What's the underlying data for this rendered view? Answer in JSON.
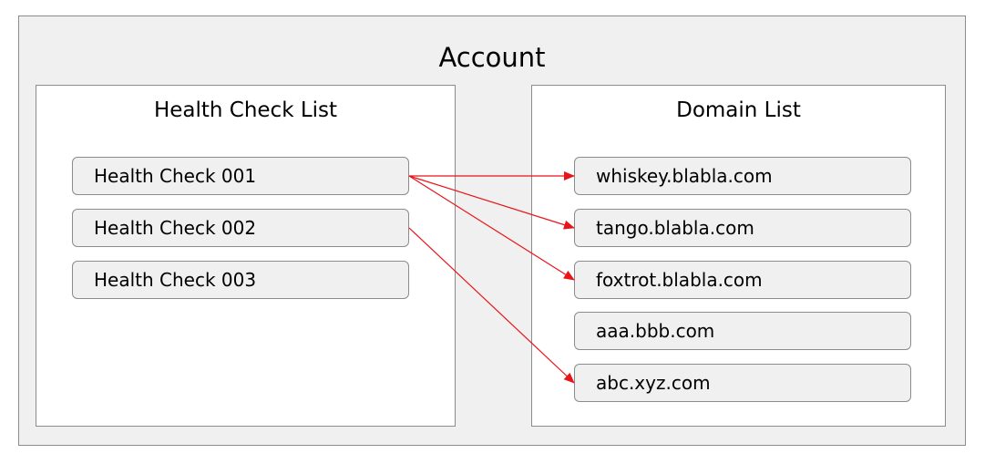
{
  "account": {
    "title": "Account"
  },
  "health_check_list": {
    "title": "Health Check List",
    "items": [
      "Health Check 001",
      "Health Check 002",
      "Health Check 003"
    ]
  },
  "domain_list": {
    "title": "Domain List",
    "items": [
      "whiskey.blabla.com",
      "tango.blabla.com",
      "foxtrot.blabla.com",
      "aaa.bbb.com",
      "abc.xyz.com"
    ]
  },
  "connections": [
    {
      "from": "Health Check 001",
      "to": "whiskey.blabla.com"
    },
    {
      "from": "Health Check 001",
      "to": "tango.blabla.com"
    },
    {
      "from": "Health Check 001",
      "to": "foxtrot.blabla.com"
    },
    {
      "from": "Health Check 002",
      "to": "abc.xyz.com"
    }
  ],
  "colors": {
    "account_fill": "#f0f0f0",
    "panel_fill": "#ffffff",
    "item_fill": "#f0f0f0",
    "border": "#8c8c8c",
    "arrow": "#e8141a"
  }
}
